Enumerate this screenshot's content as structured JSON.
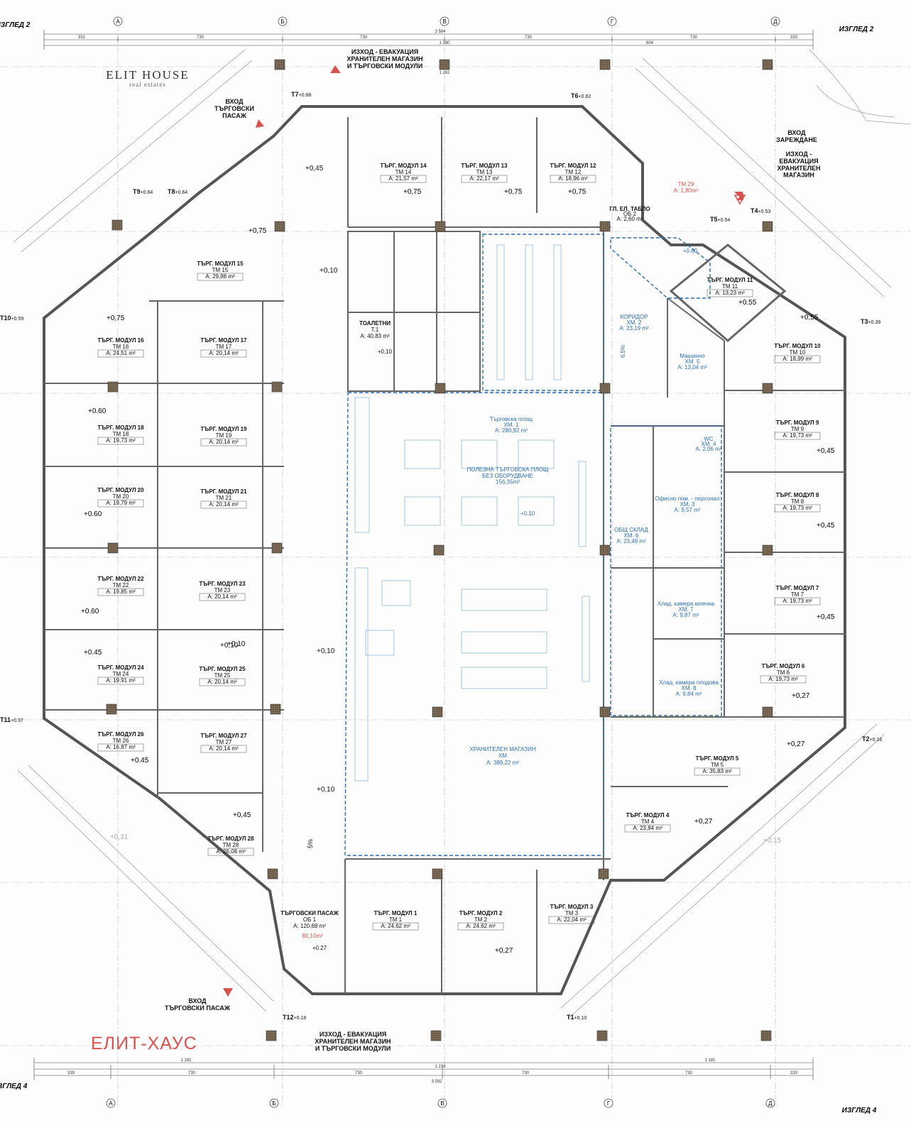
{
  "brand": {
    "name": "ELIT HOUSE",
    "sub": "real estates",
    "watermark": "ЕЛИТ-ХАУС"
  },
  "views": {
    "top_left": "ИЗГЛЕД 2",
    "top_right": "ИЗГЛЕД 2",
    "bottom_left": "ИЗГЛЕД 4",
    "bottom_right": "ИЗГЛЕД 4"
  },
  "axes": [
    "А",
    "Б",
    "В",
    "Г",
    "Д"
  ],
  "dims_top": {
    "total": "3 584",
    "seg1": "331",
    "seg2": "730",
    "seg3": "730",
    "seg4": "730",
    "seg5": "730",
    "seg6": "333",
    "sub_mid": "1 280",
    "sub_mid2": "1 261",
    "sub_right": "604"
  },
  "dims_bottom": {
    "total": "3 592",
    "seg1": "339",
    "seg2": "730",
    "seg3": "730",
    "seg4": "730",
    "seg5": "730",
    "seg6": "333",
    "sub_left": "1 191",
    "sub_mid": "1 219",
    "sub_right": "1 181"
  },
  "entrances": {
    "top_exit": "ИЗХОД - ЕВАКУАЦИЯ\nХРАНИТЕЛЕН МАГАЗИН\nИ ТЪРГОВСКИ МОДУЛИ",
    "bottom_exit": "ИЗХОД - ЕВАКУАЦИЯ\nХРАНИТЕЛЕН МАГАЗИН\nИ ТЪРГОВСКИ МОДУЛИ",
    "top_left": "ВХОД\nТЪРГОВСКИ\nПАСАЖ",
    "bottom_left": "ВХОД\nТЪРГОВСКИ ПАСАЖ",
    "right_load": "ВХОД\nЗАРЕЖДАНЕ",
    "right_exit": "ИЗХОД -\nЕВАКУАЦИЯ\nХРАНИТЕЛЕН\nМАГАЗИН"
  },
  "points": [
    {
      "id": "T7",
      "level": "+0.68"
    },
    {
      "id": "T6",
      "level": "+0.62"
    },
    {
      "id": "T9",
      "level": "+0.64"
    },
    {
      "id": "T8",
      "level": "+0.64"
    },
    {
      "id": "T5",
      "level": "+0.54"
    },
    {
      "id": "T4",
      "level": "+0.53"
    },
    {
      "id": "T3",
      "level": "+0.39"
    },
    {
      "id": "T10",
      "level": "+0.59"
    },
    {
      "id": "T11",
      "level": "+0.37"
    },
    {
      "id": "T2",
      "level": "+0.16"
    },
    {
      "id": "T12",
      "level": "+0.18"
    },
    {
      "id": "T1",
      "level": "+0.10"
    }
  ],
  "modules": [
    {
      "title": "ТЪРГ. МОДУЛ 14",
      "code": "ТМ 14",
      "area": "А: 21,57 m²",
      "level": "+0,75"
    },
    {
      "title": "ТЪРГ. МОДУЛ 13",
      "code": "ТМ 13",
      "area": "А: 22,17 m²",
      "level": "+0,75"
    },
    {
      "title": "ТЪРГ. МОДУЛ 12",
      "code": "ТМ 12",
      "area": "А: 18,96 m²",
      "level": "+0,75"
    },
    {
      "title": "ТЪРГ. МОДУЛ 15",
      "code": "ТМ 15",
      "area": "А: 29,88 m²",
      "level": "+0,75"
    },
    {
      "title": "ТЪРГ. МОДУЛ 16",
      "code": "ТМ 16",
      "area": "А: 24,51 m²",
      "level": "+0,75"
    },
    {
      "title": "ТЪРГ. МОДУЛ 17",
      "code": "ТМ 17",
      "area": "А: 20,14 m²",
      "level": ""
    },
    {
      "title": "ТЪРГ. МОДУЛ 18",
      "code": "ТМ 18",
      "area": "А: 19,73 m²",
      "level": "+0.60"
    },
    {
      "title": "ТЪРГ. МОДУЛ 19",
      "code": "ТМ 19",
      "area": "А: 20,14 m²",
      "level": ""
    },
    {
      "title": "ТЪРГ. МОДУЛ 20",
      "code": "ТМ 20",
      "area": "А: 19,79 m²",
      "level": "+0.60"
    },
    {
      "title": "ТЪРГ. МОДУЛ 21",
      "code": "ТМ 21",
      "area": "А: 20,14 m²",
      "level": ""
    },
    {
      "title": "ТЪРГ. МОДУЛ 22",
      "code": "ТМ 22",
      "area": "А: 19,85 m²",
      "level": "+0.60"
    },
    {
      "title": "ТЪРГ. МОДУЛ 23",
      "code": "ТМ 23",
      "area": "А: 20,14 m²",
      "level": ""
    },
    {
      "title": "ТЪРГ. МОДУЛ 24",
      "code": "ТМ 24",
      "area": "А: 19,91 m²",
      "level": "+0.45"
    },
    {
      "title": "ТЪРГ. МОДУЛ 25",
      "code": "ТМ 25",
      "area": "А: 20,14 m²",
      "level": "+0,10"
    },
    {
      "title": "ТЪРГ. МОДУЛ 26",
      "code": "ТМ 26",
      "area": "А: 16,87 m²",
      "level": "+0.45"
    },
    {
      "title": "ТЪРГ. МОДУЛ 27",
      "code": "ТМ 27",
      "area": "А: 20,14 m²",
      "level": ""
    },
    {
      "title": "ТЪРГ. МОДУЛ 28",
      "code": "ТМ 28",
      "area": "А: 26,08 m²",
      "level": "+0,45"
    },
    {
      "title": "ТЪРГ. МОДУЛ 11",
      "code": "ТМ 11",
      "area": "А: 13,23 m²",
      "level": "+0.55"
    },
    {
      "title": "ТЪРГ. МОДУЛ 10",
      "code": "ТМ 10",
      "area": "А: 18,99 m²",
      "level": "+0,55"
    },
    {
      "title": "ТЪРГ. МОДУЛ 9",
      "code": "ТМ 9",
      "area": "А: 19,73 m²",
      "level": "+0,45"
    },
    {
      "title": "ТЪРГ. МОДУЛ 8",
      "code": "ТМ 8",
      "area": "А: 19,73 m²",
      "level": "+0,45"
    },
    {
      "title": "ТЪРГ. МОДУЛ 7",
      "code": "ТМ 7",
      "area": "А: 19,73 m²",
      "level": "+0,45"
    },
    {
      "title": "ТЪРГ. МОДУЛ 6",
      "code": "ТМ 6",
      "area": "А: 19,73 m²",
      "level": "+0,27"
    },
    {
      "title": "ТЪРГ. МОДУЛ 5",
      "code": "ТМ 5",
      "area": "А: 35,83 m²",
      "level": "+0,27"
    },
    {
      "title": "ТЪРГ. МОДУЛ 4",
      "code": "ТМ 4",
      "area": "А: 23,84 m²",
      "level": "+0,27"
    },
    {
      "title": "ТЪРГ. МОДУЛ 3",
      "code": "ТМ 3",
      "area": "А: 22,04 m²",
      "level": ""
    },
    {
      "title": "ТЪРГ. МОДУЛ 2",
      "code": "ТМ 2",
      "area": "А: 24,62 m²",
      "level": "+0,27"
    },
    {
      "title": "ТЪРГ. МОДУЛ 1",
      "code": "ТМ 1",
      "area": "А: 24,62 m²",
      "level": ""
    }
  ],
  "rooms": {
    "toilets": {
      "title": "ТОАЛЕТНИ",
      "code": "Т.1",
      "area": "А: 40,83 m²",
      "level": "+0,10"
    },
    "passage": {
      "title": "ТЪРГОВСКИ ПАСАЖ",
      "code": "ОБ 1",
      "area": "А: 120,68 m²",
      "note": "80,10m²",
      "level": "+0.27"
    },
    "electric": {
      "title": "ГЛ. ЕЛ. ТАБЛО",
      "code": "ОБ 2",
      "area": "А: 2,60 m²",
      "note": "ТМ 29\nА: 1,80m²"
    },
    "hall1": {
      "title": "Търговска площ",
      "code": "ХМ. 1",
      "area": "А: 280,92 m²",
      "useful": "ПОЛЕЗНА ТЪРГОВСКА ПЛОЩ\nБЕЗ ОБОРУДВАНЕ\n156,35m²",
      "level": "+0.10"
    },
    "corridor": {
      "title": "КОРИДОР",
      "code": "ХМ. 2",
      "area": "А: 23,19 m²",
      "slope": "6,5%"
    },
    "machine": {
      "title": "Машинно",
      "code": "ХМ. 5",
      "area": "А: 13,04 m²",
      "level": "+0.60"
    },
    "wc4": {
      "title": "WC",
      "code": "ХМ. 4",
      "area": "А: 2,06 m²"
    },
    "office": {
      "title": "Офисно пом. - персонал",
      "code": "ХМ. 3",
      "area": "А: 9,57 m²"
    },
    "storage": {
      "title": "ОБЩ СКЛАД",
      "code": "ХМ. 6",
      "area": "А: 23,49 m²"
    },
    "cold7": {
      "title": "Хлад. камера млечна",
      "code": "ХМ. 7",
      "area": "А: 9,87 m²"
    },
    "cold8": {
      "title": "Хлад. камера плодова",
      "code": "ХМ. 8",
      "area": "А: 9,84 m²"
    },
    "food": {
      "title": "ХРАНИТЕЛЕН МАГАЗИН",
      "code": "ХМ",
      "area": "А: 389,22 m²"
    }
  },
  "levels_misc": [
    "+0,10",
    "+0,10",
    "+0,10",
    "+0,10",
    "+0,45",
    "+0,31",
    "+0,15"
  ],
  "slopes": [
    "5%",
    "6,5%"
  ],
  "colors": {
    "wall": "#555555",
    "blue": "#2a6fb5",
    "red": "#d9534f",
    "column": "#6b5a45"
  }
}
